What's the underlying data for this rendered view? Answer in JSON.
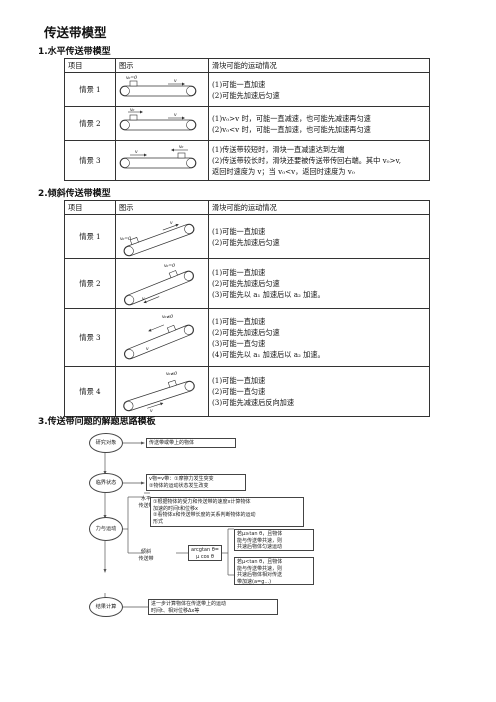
{
  "title": "传送带模型",
  "sections": [
    {
      "heading": "1.水平传送带模型"
    },
    {
      "heading": "2.倾斜传送带模型"
    },
    {
      "heading": "3.传送带问题的解题思路模板"
    }
  ],
  "table_headers": [
    "项目",
    "图示",
    "滑块可能的运动情况"
  ],
  "horizontal": [
    {
      "label": "情景 1",
      "fig_label": "v₀=0",
      "lines": [
        "(1)可能一直加速",
        "(2)可能先加速后匀速"
      ]
    },
    {
      "label": "情景 2",
      "fig_label": "v₀",
      "lines": [
        "(1)v₀>v 时，可能一直减速，也可能先减速再匀速",
        "(2)v₀<v 时，可能一直加速，也可能先加速再匀速"
      ]
    },
    {
      "label": "情景 3",
      "fig_label": "v₀",
      "lines": [
        "(1)传送带较短时，滑块一直减速达到左端",
        "(2)传送带较长时，滑块还要被传送带传回右端。其中 v₀>v,",
        "返回时速度为 v；当 v₀<v，返回时速度为 v₀"
      ]
    }
  ],
  "inclined": [
    {
      "label": "情景 1",
      "fig_label": "v₀=0",
      "lines": [
        "(1)可能一直加速",
        "(2)可能先加速后匀速"
      ]
    },
    {
      "label": "情景 2",
      "fig_label": "v₀=0",
      "lines": [
        "(1)可能一直加速",
        "(2)可能先加速后匀速",
        "(3)可能先以 a₁ 加速后以 a₂ 加速。"
      ]
    },
    {
      "label": "情景 3",
      "fig_label": "v₀≠0",
      "lines": [
        "(1)可能一直加速",
        "(2)可能先加速后匀速",
        "(3)可能一直匀速",
        "(4)可能先以 a₁ 加速后以 a₂ 加速。"
      ]
    },
    {
      "label": "情景 4",
      "fig_label": "v₀≠0",
      "lines": [
        "(1)可能一直加速",
        "(2)可能一直匀速",
        "(3)可能先减速后反向加速"
      ]
    }
  ],
  "belt_label": "v",
  "flow": {
    "ovals": [
      "研究对象",
      "临界状态",
      "力与运动",
      "结果计算"
    ],
    "b1": "传送带或带上的物体",
    "b2": [
      "v物=v带：①摩擦力发生突变",
      "②物体的运动状态发生改变"
    ],
    "horizontal_label": [
      "水平",
      "传送带"
    ],
    "b3": [
      "①根据物体的受力和传送带的速度x计算物体",
      "加速的时间t和位移x",
      "②看物体x和传送带长度的关系判断物体的运动",
      "形式"
    ],
    "inclined_label": [
      "倾斜",
      "传送带"
    ],
    "b4": [
      "arcgtan θ=",
      "μ cos θ"
    ],
    "b5": [
      "若μ≥tan θ，且物体",
      "能与传送带共速，则",
      "共速后物体匀速运动"
    ],
    "b6": [
      "若μ<tan θ，且物体",
      "能与传送带共速，则",
      "共速后物体相对传送",
      "带加速(a=g...)"
    ],
    "b7": [
      "进一步计算物体在传送带上的运动",
      "时间t、相对位移Δx等"
    ]
  }
}
